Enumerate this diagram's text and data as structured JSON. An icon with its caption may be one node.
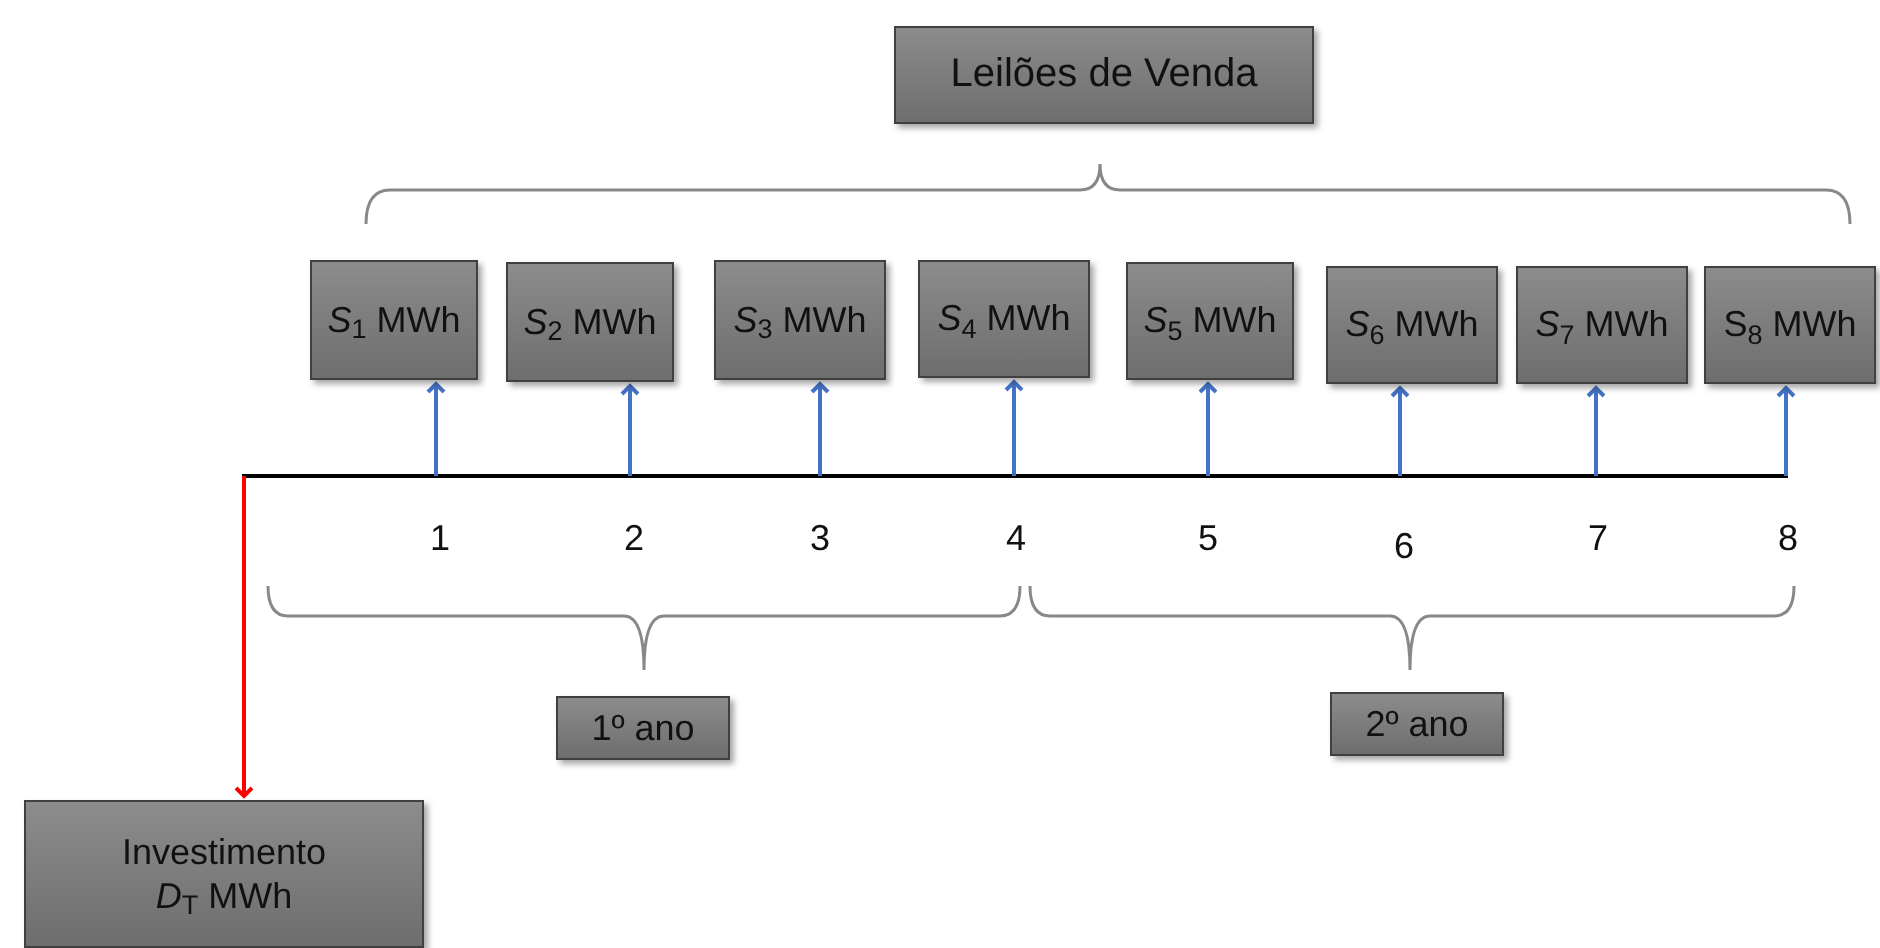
{
  "diagram": {
    "nodes": [
      {
        "text": [
          "Leilões de Venda"
        ]
      },
      {
        "text": [
          "*S*$_{1}$ MWh"
        ]
      },
      {
        "text": [
          "*S*$_{2}$ MWh"
        ]
      },
      {
        "text": [
          "*S*$_{3}$ MWh"
        ]
      },
      {
        "text": [
          "*S*$_{4}$ MWh"
        ]
      },
      {
        "text": [
          "*S*$_{5}$ MWh"
        ]
      },
      {
        "text": [
          "*S*$_{6}$ MWh"
        ]
      },
      {
        "text": [
          "*S*$_{7}$ MWh"
        ]
      },
      {
        "text": [
          "S$_{8}$ MWh"
        ]
      },
      {
        "text": [
          "1º ano"
        ]
      },
      {
        "text": [
          "2º ano"
        ]
      },
      {
        "text": [
          "Investimento *D*$_{T}$ MWh"
        ]
      }
    ],
    "edges": [
      {
        "from": null,
        "to": 1,
        "arrow": "to"
      },
      {
        "from": null,
        "to": 2,
        "arrow": "to"
      },
      {
        "from": null,
        "to": 3,
        "arrow": "to"
      },
      {
        "from": null,
        "to": 4,
        "arrow": "to"
      },
      {
        "from": null,
        "to": 5,
        "arrow": "to"
      },
      {
        "from": null,
        "to": 6,
        "arrow": "to"
      },
      {
        "from": null,
        "to": 7,
        "arrow": "to"
      },
      {
        "from": null,
        "to": 8,
        "arrow": "to"
      },
      {
        "from": null,
        "to": 11,
        "arrow": "to",
        "color": "#ff0000"
      }
    ],
    "labels": [
      "1",
      "2",
      "3",
      "4",
      "5",
      "6",
      "7",
      "8"
    ]
  }
}
